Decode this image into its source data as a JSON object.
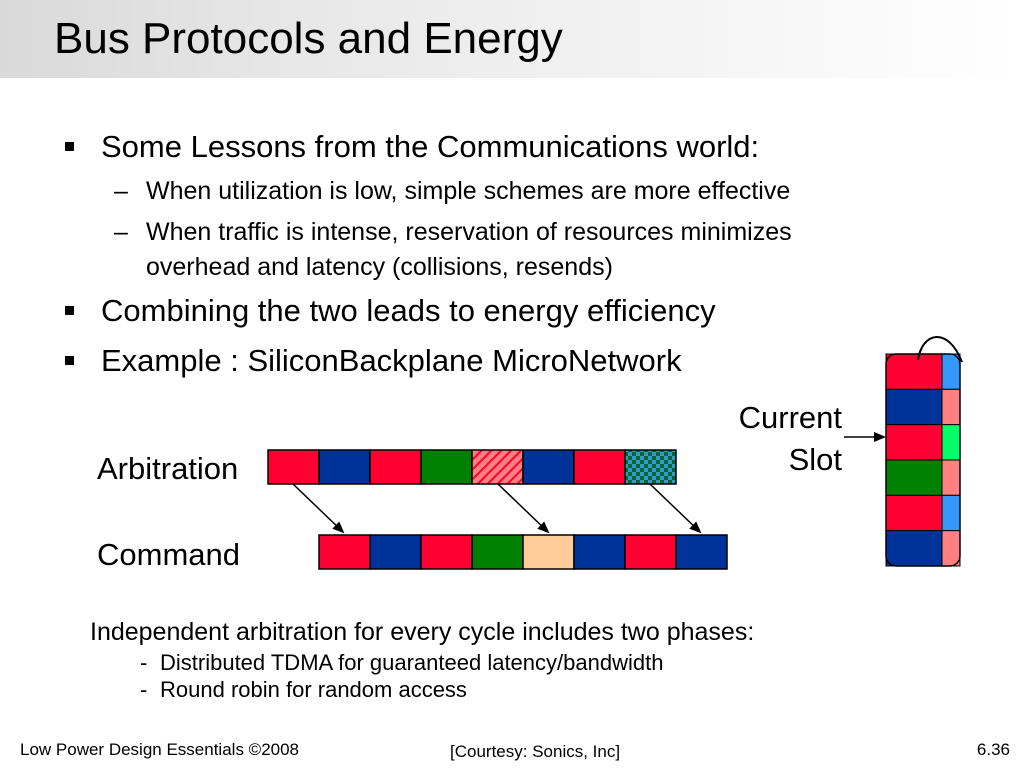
{
  "slide": {
    "title": "Bus Protocols and Energy",
    "bullets": [
      {
        "text": "Some Lessons from the Communications world:"
      },
      {
        "text": "Combining the two leads to energy efficiency"
      },
      {
        "text": "Example : SiliconBackplane MicroNetwork"
      }
    ],
    "sub_bullets": [
      {
        "text": "When utilization is low, simple schemes are more effective"
      },
      {
        "text": "When traffic is intense, reservation of resources minimizes"
      },
      {
        "text": "overhead and latency (collisions, resends)"
      }
    ],
    "dash": "–"
  },
  "diagram": {
    "arbitration_label": "Arbitration",
    "command_label": "Command",
    "current_slot_line1": "Current",
    "current_slot_line2": "Slot",
    "colors": {
      "red": "#FF0033",
      "blue": "#003399",
      "green": "#008000",
      "peach": "#FFCC99",
      "light_red": "#FF8080",
      "light_green": "#00FF66",
      "light_blue": "#3399FF"
    },
    "arbitration_slots": [
      "red",
      "blue",
      "red",
      "green",
      "hatched-red",
      "blue",
      "red",
      "checkered-green"
    ],
    "command_slots": [
      "red",
      "blue",
      "red",
      "green",
      "peach",
      "blue",
      "red",
      "blue"
    ],
    "wheel_front": [
      "red",
      "blue",
      "red",
      "green",
      "red",
      "blue"
    ],
    "wheel_side": [
      "light_blue",
      "light_red",
      "light_green",
      "light_red",
      "light_blue",
      "light_red"
    ]
  },
  "notes": {
    "main": "Independent arbitration for every cycle includes two phases:",
    "dash": "-",
    "items": [
      {
        "text": "Distributed TDMA  for guaranteed latency/bandwidth"
      },
      {
        "text": "Round robin for random access"
      }
    ]
  },
  "footer": {
    "left": "Low Power Design Essentials ©2008",
    "center": "[Courtesy: Sonics, Inc]",
    "right": "6.36"
  }
}
